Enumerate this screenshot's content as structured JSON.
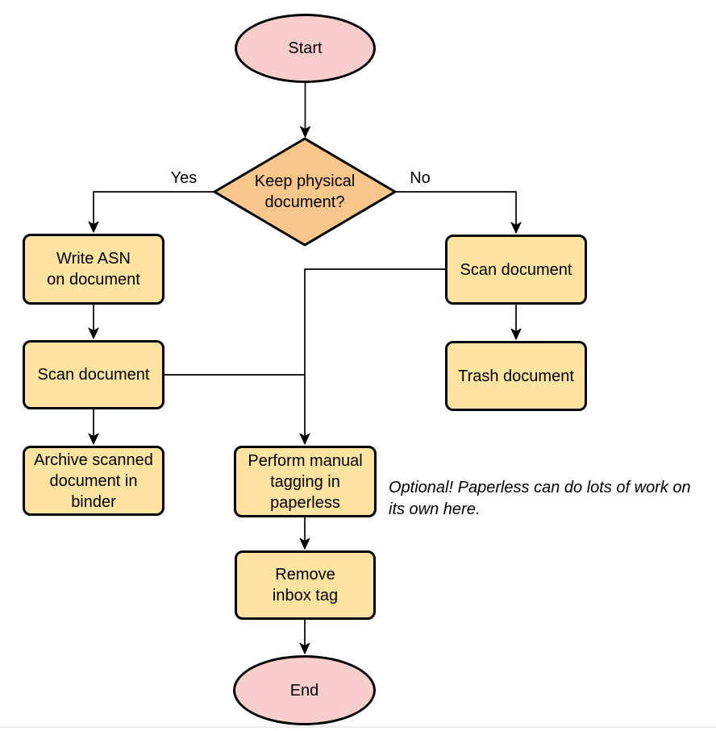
{
  "diagram": {
    "type": "flowchart",
    "nodes": {
      "start": {
        "shape": "ellipse",
        "label": "Start"
      },
      "decision": {
        "shape": "diamond",
        "label": "Keep physical\ndocument?"
      },
      "write_asn": {
        "shape": "process",
        "label": "Write ASN\non document"
      },
      "scan_left": {
        "shape": "process",
        "label": "Scan document"
      },
      "archive": {
        "shape": "process",
        "label": "Archive scanned\ndocument in\nbinder"
      },
      "scan_right": {
        "shape": "process",
        "label": "Scan document"
      },
      "trash": {
        "shape": "process",
        "label": "Trash document"
      },
      "tagging": {
        "shape": "process",
        "label": "Perform manual\ntagging in\npaperless"
      },
      "remove_inbox": {
        "shape": "process",
        "label": "Remove\ninbox tag"
      },
      "end": {
        "shape": "ellipse",
        "label": "End"
      }
    },
    "edge_labels": {
      "yes": "Yes",
      "no": "No"
    },
    "note": "Optional! Paperless can do lots of work on\nits own here.",
    "colors": {
      "terminal_fill": "#f8cecc",
      "decision_fill": "#f9c78b",
      "process_fill": "#ffe3a0",
      "stroke": "#000000",
      "page_edge_line": "#ededed"
    }
  }
}
